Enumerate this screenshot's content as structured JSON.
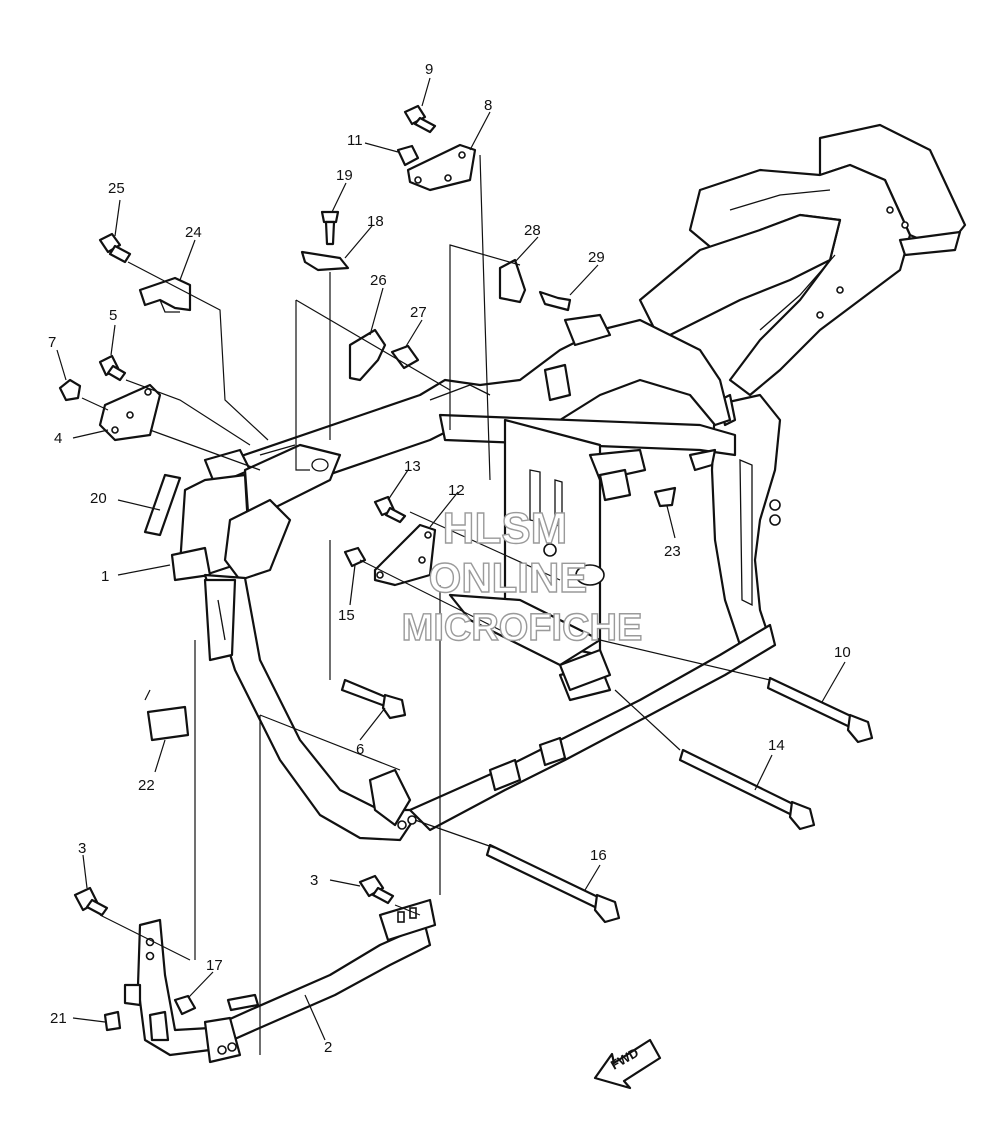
{
  "watermark": {
    "line1": "HLSM",
    "line2": "ONLINE",
    "line3": "MICROFICHE"
  },
  "direction_marker": "FWD",
  "callouts": [
    "1",
    "2",
    "3",
    "3",
    "4",
    "5",
    "6",
    "7",
    "8",
    "9",
    "10",
    "11",
    "12",
    "13",
    "14",
    "15",
    "16",
    "17",
    "18",
    "19",
    "20",
    "21",
    "22",
    "23",
    "24",
    "25",
    "26",
    "27",
    "28",
    "29"
  ],
  "colors": {
    "line": "#111111",
    "background": "#ffffff",
    "watermark_outline": "#9a9a9a"
  }
}
